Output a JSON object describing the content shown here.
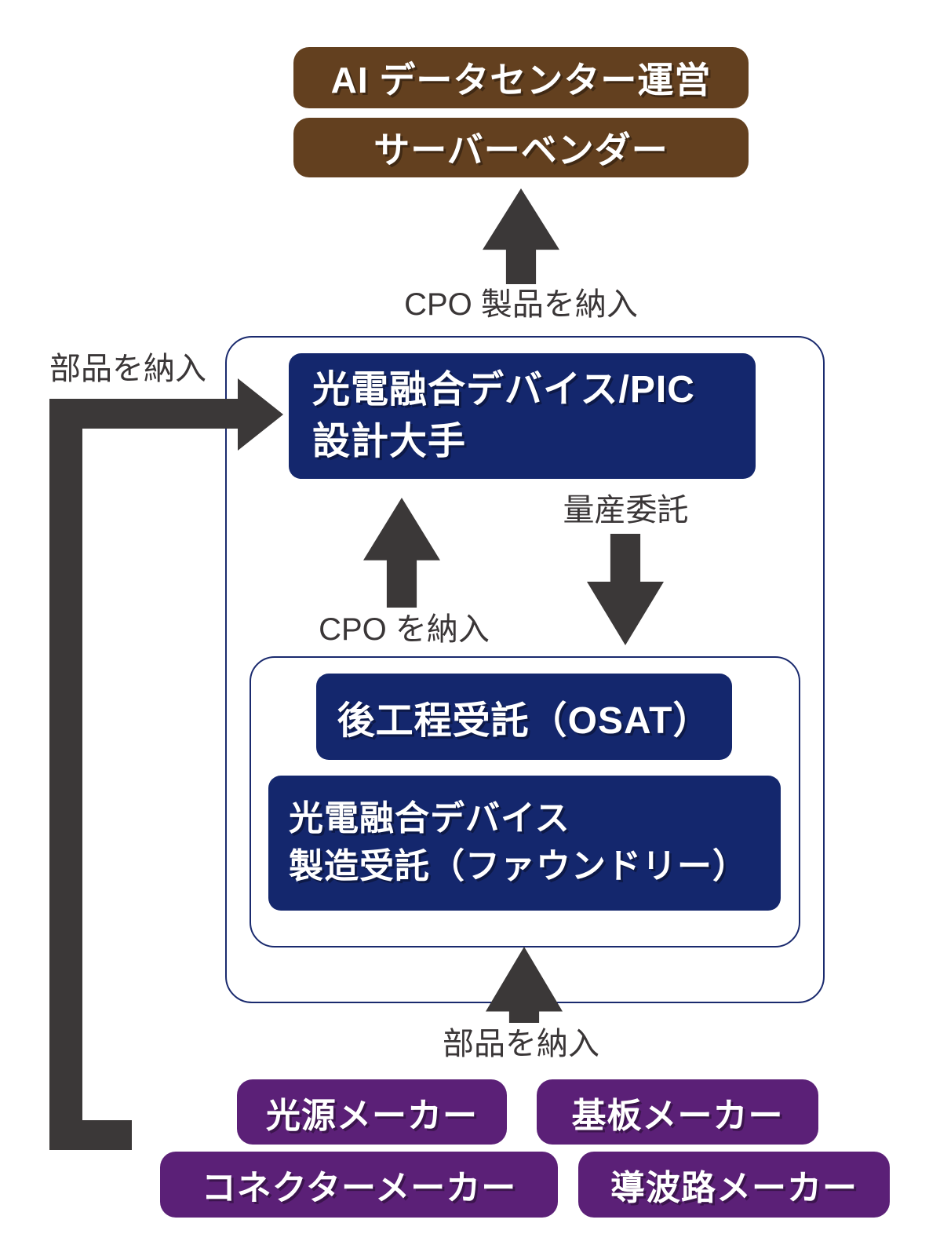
{
  "colors": {
    "box_brown": "#63401f",
    "box_navy": "#14276d",
    "box_purple": "#5b2077",
    "frame_border": "#1a2a6e",
    "arrow_gray": "#3b3838",
    "label_gray": "#3a3637",
    "background": "#ffffff"
  },
  "top_boxes": [
    {
      "label": "AI データセンター運営"
    },
    {
      "label": "サーバーベンダー"
    }
  ],
  "flow_labels": {
    "cpo_product_delivery": "CPO 製品を納入",
    "parts_delivery_left": "部品を納入",
    "cpo_delivery": "CPO を納入",
    "mass_production": "量産委託",
    "parts_delivery_bottom": "部品を納入"
  },
  "pic_design_box": {
    "line1": "光電融合デバイス/PIC",
    "line2": "設計大手"
  },
  "osat_box": {
    "label": "後工程受託（OSAT）"
  },
  "foundry_box": {
    "line1": "光電融合デバイス",
    "line2": "製造受託（ファウンドリー）"
  },
  "makers": [
    {
      "label": "光源メーカー"
    },
    {
      "label": "基板メーカー"
    },
    {
      "label": "コネクターメーカー"
    },
    {
      "label": "導波路メーカー"
    }
  ]
}
